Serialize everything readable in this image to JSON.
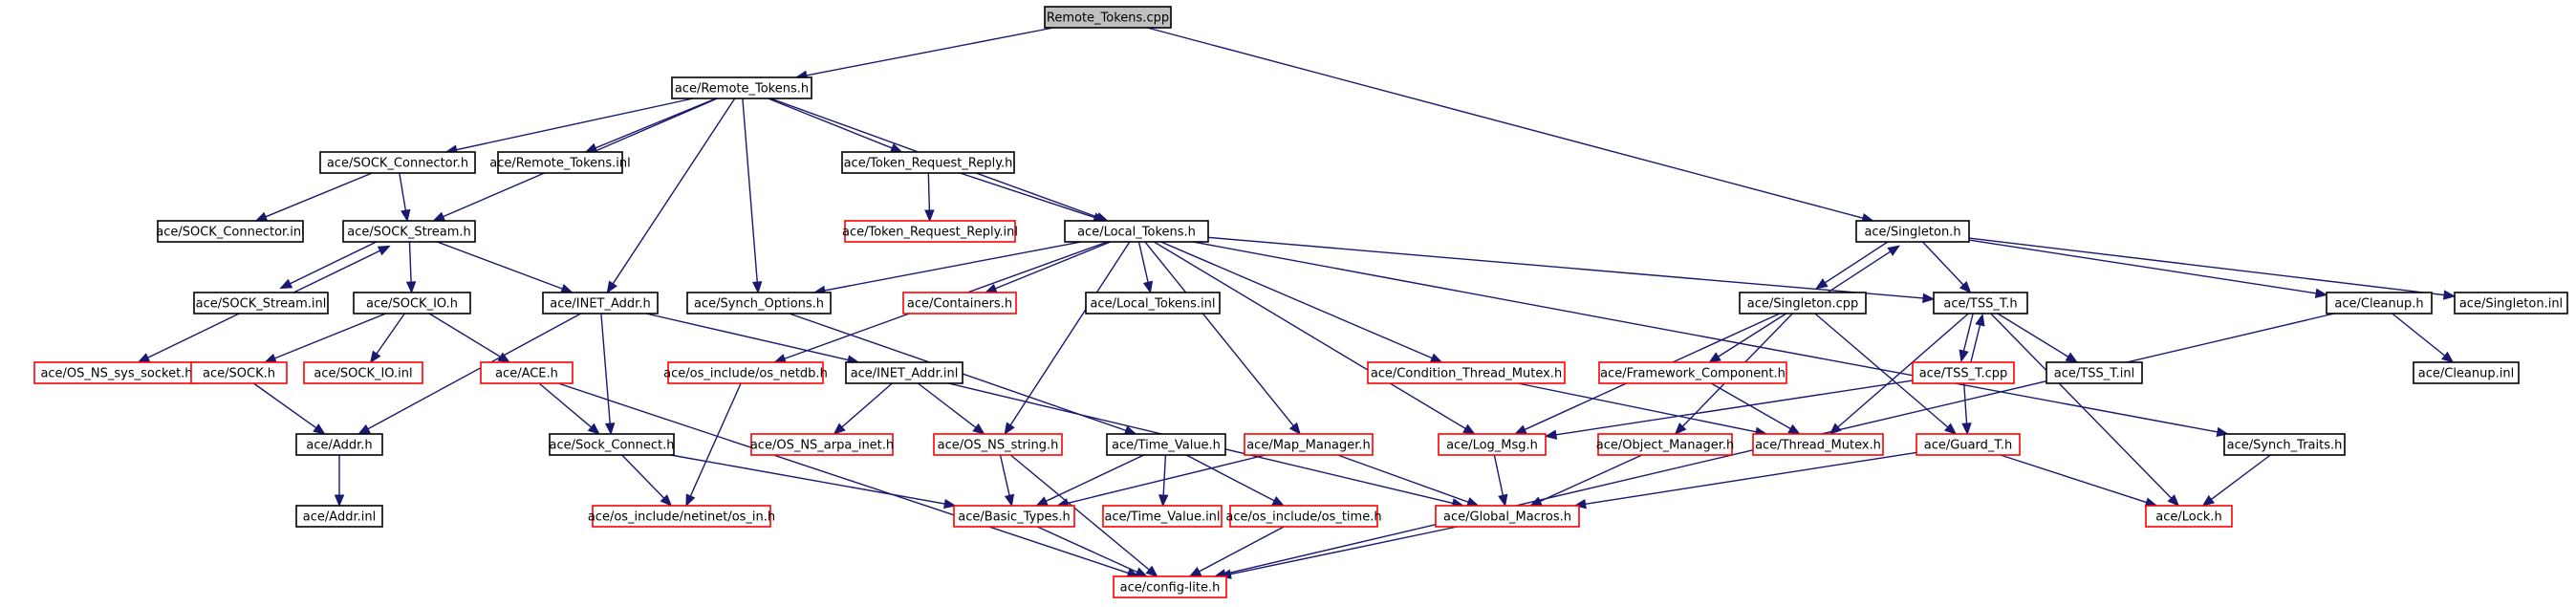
{
  "graph": {
    "colors": {
      "edge": "#191970",
      "border_documented": "#000000",
      "border_undocumented": "#ff0000",
      "root_fill": "#bfbfbf",
      "node_fill": "#ffffff"
    },
    "nodes": [
      {
        "id": "n0",
        "label": "Remote_Tokens.cpp",
        "style": "root"
      },
      {
        "id": "n1",
        "label": "ace/Remote_Tokens.h",
        "style": "doc"
      },
      {
        "id": "n2",
        "label": "ace/SOCK_Connector.h",
        "style": "doc"
      },
      {
        "id": "n3",
        "label": "ace/Remote_Tokens.inl",
        "style": "doc"
      },
      {
        "id": "n4",
        "label": "ace/Token_Request_Reply.h",
        "style": "doc"
      },
      {
        "id": "n5",
        "label": "ace/SOCK_Connector.inl",
        "style": "doc"
      },
      {
        "id": "n6",
        "label": "ace/SOCK_Stream.h",
        "style": "doc"
      },
      {
        "id": "n7",
        "label": "ace/Token_Request_Reply.inl",
        "style": "undoc"
      },
      {
        "id": "n8",
        "label": "ace/Local_Tokens.h",
        "style": "doc"
      },
      {
        "id": "n9",
        "label": "ace/Singleton.h",
        "style": "doc"
      },
      {
        "id": "n10",
        "label": "ace/SOCK_Stream.inl",
        "style": "doc"
      },
      {
        "id": "n11",
        "label": "ace/SOCK_IO.h",
        "style": "doc"
      },
      {
        "id": "n12",
        "label": "ace/INET_Addr.h",
        "style": "doc"
      },
      {
        "id": "n13",
        "label": "ace/Synch_Options.h",
        "style": "doc"
      },
      {
        "id": "n14",
        "label": "ace/Containers.h",
        "style": "undoc"
      },
      {
        "id": "n15",
        "label": "ace/Local_Tokens.inl",
        "style": "doc"
      },
      {
        "id": "n16",
        "label": "ace/Singleton.cpp",
        "style": "doc"
      },
      {
        "id": "n17",
        "label": "ace/TSS_T.h",
        "style": "doc"
      },
      {
        "id": "n18",
        "label": "ace/Cleanup.h",
        "style": "doc"
      },
      {
        "id": "n19",
        "label": "ace/Singleton.inl",
        "style": "doc"
      },
      {
        "id": "n20",
        "label": "ace/OS_NS_sys_socket.h",
        "style": "undoc"
      },
      {
        "id": "n21",
        "label": "ace/SOCK.h",
        "style": "undoc"
      },
      {
        "id": "n22",
        "label": "ace/SOCK_IO.inl",
        "style": "undoc"
      },
      {
        "id": "n23",
        "label": "ace/ACE.h",
        "style": "undoc"
      },
      {
        "id": "n24",
        "label": "ace/os_include/os_netdb.h",
        "style": "undoc"
      },
      {
        "id": "n25",
        "label": "ace/INET_Addr.inl",
        "style": "doc"
      },
      {
        "id": "n26",
        "label": "ace/Condition_Thread_Mutex.h",
        "style": "undoc"
      },
      {
        "id": "n27",
        "label": "ace/Framework_Component.h",
        "style": "undoc"
      },
      {
        "id": "n28",
        "label": "ace/TSS_T.cpp",
        "style": "undoc"
      },
      {
        "id": "n29",
        "label": "ace/TSS_T.inl",
        "style": "doc"
      },
      {
        "id": "n30",
        "label": "ace/Cleanup.inl",
        "style": "doc"
      },
      {
        "id": "n31",
        "label": "ace/Addr.h",
        "style": "doc"
      },
      {
        "id": "n32",
        "label": "ace/Sock_Connect.h",
        "style": "doc"
      },
      {
        "id": "n33",
        "label": "ace/OS_NS_arpa_inet.h",
        "style": "undoc"
      },
      {
        "id": "n34",
        "label": "ace/OS_NS_string.h",
        "style": "undoc"
      },
      {
        "id": "n35",
        "label": "ace/Time_Value.h",
        "style": "doc"
      },
      {
        "id": "n36",
        "label": "ace/Map_Manager.h",
        "style": "undoc"
      },
      {
        "id": "n37",
        "label": "ace/Log_Msg.h",
        "style": "undoc"
      },
      {
        "id": "n38",
        "label": "ace/Object_Manager.h",
        "style": "undoc"
      },
      {
        "id": "n39",
        "label": "ace/Thread_Mutex.h",
        "style": "undoc"
      },
      {
        "id": "n40",
        "label": "ace/Guard_T.h",
        "style": "undoc"
      },
      {
        "id": "n41",
        "label": "ace/Synch_Traits.h",
        "style": "doc"
      },
      {
        "id": "n42",
        "label": "ace/Addr.inl",
        "style": "doc"
      },
      {
        "id": "n43",
        "label": "ace/os_include/netinet/os_in.h",
        "style": "undoc"
      },
      {
        "id": "n44",
        "label": "ace/Basic_Types.h",
        "style": "undoc"
      },
      {
        "id": "n45",
        "label": "ace/Time_Value.inl",
        "style": "undoc"
      },
      {
        "id": "n46",
        "label": "ace/os_include/os_time.h",
        "style": "undoc"
      },
      {
        "id": "n47",
        "label": "ace/Global_Macros.h",
        "style": "undoc"
      },
      {
        "id": "n48",
        "label": "ace/Lock.h",
        "style": "undoc"
      },
      {
        "id": "n49",
        "label": "ace/config-lite.h",
        "style": "undoc"
      }
    ],
    "edges": [
      [
        "n0",
        "n1"
      ],
      [
        "n0",
        "n9"
      ],
      [
        "n1",
        "n2"
      ],
      [
        "n1",
        "n3"
      ],
      [
        "n1",
        "n4"
      ],
      [
        "n1",
        "n6"
      ],
      [
        "n1",
        "n8"
      ],
      [
        "n1",
        "n12"
      ],
      [
        "n1",
        "n13"
      ],
      [
        "n2",
        "n5"
      ],
      [
        "n2",
        "n6"
      ],
      [
        "n4",
        "n7"
      ],
      [
        "n4",
        "n8"
      ],
      [
        "n6",
        "n10"
      ],
      [
        "n6",
        "n11"
      ],
      [
        "n6",
        "n12"
      ],
      [
        "n10",
        "n6"
      ],
      [
        "n10",
        "n20"
      ],
      [
        "n11",
        "n21"
      ],
      [
        "n11",
        "n22"
      ],
      [
        "n11",
        "n23"
      ],
      [
        "n12",
        "n31"
      ],
      [
        "n12",
        "n32"
      ],
      [
        "n12",
        "n25"
      ],
      [
        "n8",
        "n13"
      ],
      [
        "n8",
        "n14"
      ],
      [
        "n8",
        "n15"
      ],
      [
        "n8",
        "n17"
      ],
      [
        "n8",
        "n24"
      ],
      [
        "n8",
        "n26"
      ],
      [
        "n8",
        "n34"
      ],
      [
        "n8",
        "n36"
      ],
      [
        "n8",
        "n37"
      ],
      [
        "n8",
        "n41"
      ],
      [
        "n9",
        "n16"
      ],
      [
        "n9",
        "n17"
      ],
      [
        "n9",
        "n18"
      ],
      [
        "n9",
        "n19"
      ],
      [
        "n16",
        "n9"
      ],
      [
        "n16",
        "n27"
      ],
      [
        "n16",
        "n37"
      ],
      [
        "n16",
        "n38"
      ],
      [
        "n16",
        "n40"
      ],
      [
        "n17",
        "n28"
      ],
      [
        "n17",
        "n29"
      ],
      [
        "n17",
        "n39"
      ],
      [
        "n17",
        "n48"
      ],
      [
        "n28",
        "n17"
      ],
      [
        "n28",
        "n37"
      ],
      [
        "n28",
        "n40"
      ],
      [
        "n18",
        "n30"
      ],
      [
        "n18",
        "n49"
      ],
      [
        "n21",
        "n31"
      ],
      [
        "n23",
        "n32"
      ],
      [
        "n23",
        "n49"
      ],
      [
        "n24",
        "n43"
      ],
      [
        "n25",
        "n33"
      ],
      [
        "n25",
        "n34"
      ],
      [
        "n25",
        "n47"
      ],
      [
        "n31",
        "n42"
      ],
      [
        "n32",
        "n43"
      ],
      [
        "n32",
        "n44"
      ],
      [
        "n13",
        "n35"
      ],
      [
        "n35",
        "n44"
      ],
      [
        "n35",
        "n45"
      ],
      [
        "n35",
        "n46"
      ],
      [
        "n34",
        "n44"
      ],
      [
        "n34",
        "n49"
      ],
      [
        "n36",
        "n44"
      ],
      [
        "n36",
        "n47"
      ],
      [
        "n37",
        "n47"
      ],
      [
        "n38",
        "n47"
      ],
      [
        "n26",
        "n39"
      ],
      [
        "n27",
        "n39"
      ],
      [
        "n40",
        "n47"
      ],
      [
        "n40",
        "n48"
      ],
      [
        "n41",
        "n48"
      ],
      [
        "n44",
        "n49"
      ],
      [
        "n46",
        "n49"
      ],
      [
        "n47",
        "n49"
      ]
    ]
  }
}
